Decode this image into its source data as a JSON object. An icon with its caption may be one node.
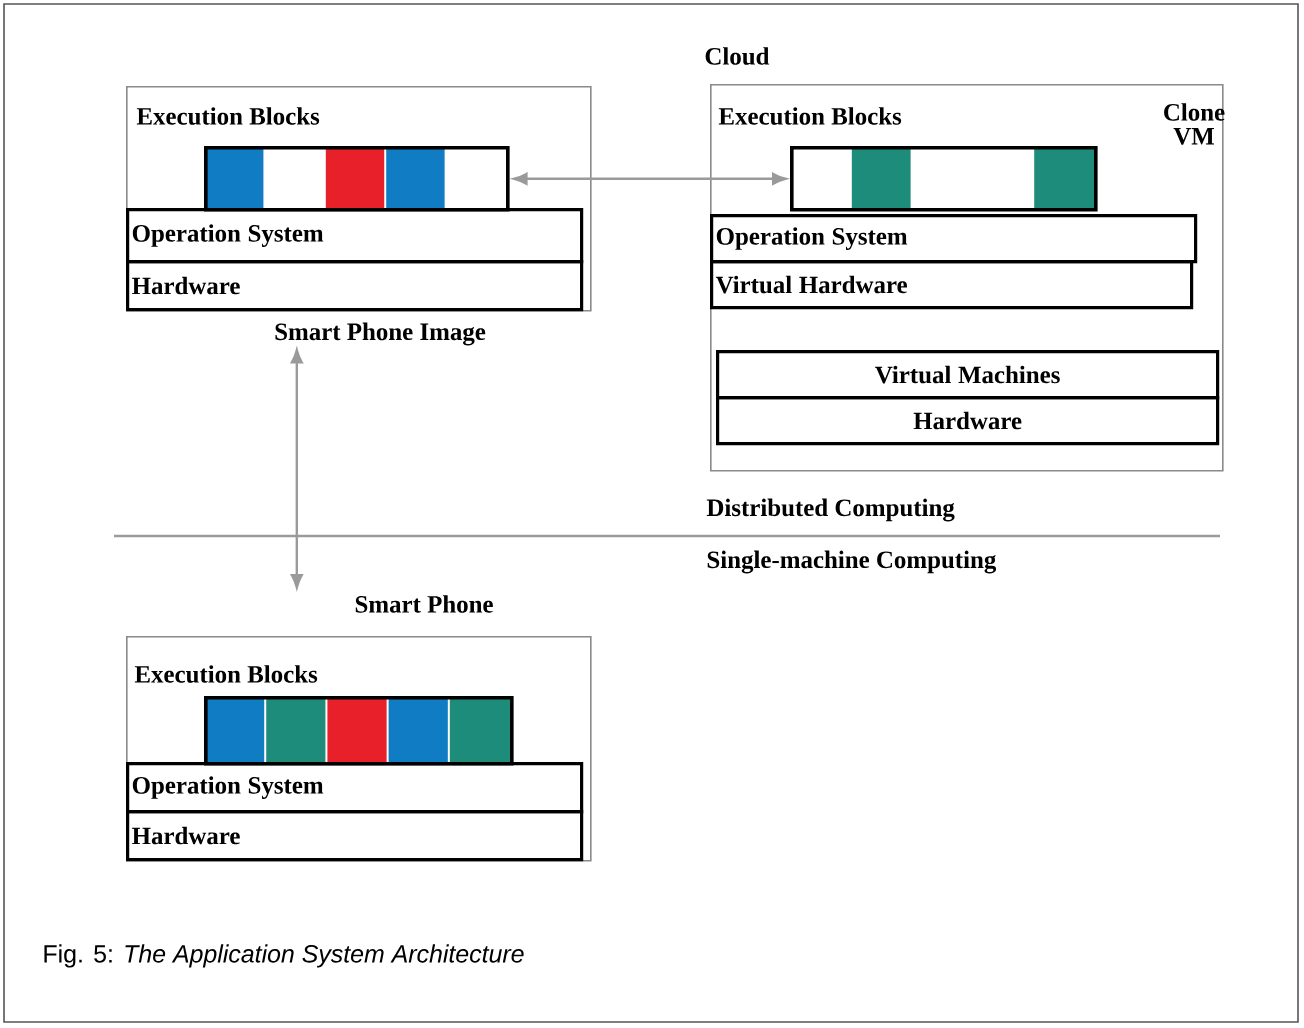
{
  "diagram": {
    "caption": "Fig. 5: *The Application System Architecture*",
    "nodes": [
      {
        "text": [
          "Execution Blocks",
          "Smart Phone Image"
        ]
      },
      {
        "text": [],
        "shape": "bar",
        "in": 0
      },
      {
        "text": [
          "Operation System"
        ],
        "in": 0
      },
      {
        "text": [
          "Hardware"
        ],
        "in": 0
      },
      {
        "text": [
          "Cloud",
          "Execution Blocks",
          "Clone VM"
        ]
      },
      {
        "text": [],
        "shape": "bar",
        "in": 4
      },
      {
        "text": [
          "Operation System"
        ],
        "in": 4
      },
      {
        "text": [
          "Virtual Hardware"
        ],
        "in": 4
      },
      {
        "text": [
          "Virtual Machines"
        ],
        "in": 4
      },
      {
        "text": [
          "Hardware"
        ],
        "in": 4
      },
      {
        "text": [
          "Smart Phone",
          "Execution Blocks"
        ]
      },
      {
        "text": [],
        "shape": "bar",
        "in": 10
      },
      {
        "text": [
          "Operation System"
        ],
        "in": 10
      },
      {
        "text": [
          "Hardware"
        ],
        "in": 10
      }
    ],
    "edges": [
      {
        "from": 1,
        "to": 5,
        "arrow": "both"
      },
      {
        "from": 0,
        "to": 10,
        "arrow": "both"
      }
    ],
    "labels": [
      "Distributed Computing",
      "Single-machine Computing"
    ]
  }
}
